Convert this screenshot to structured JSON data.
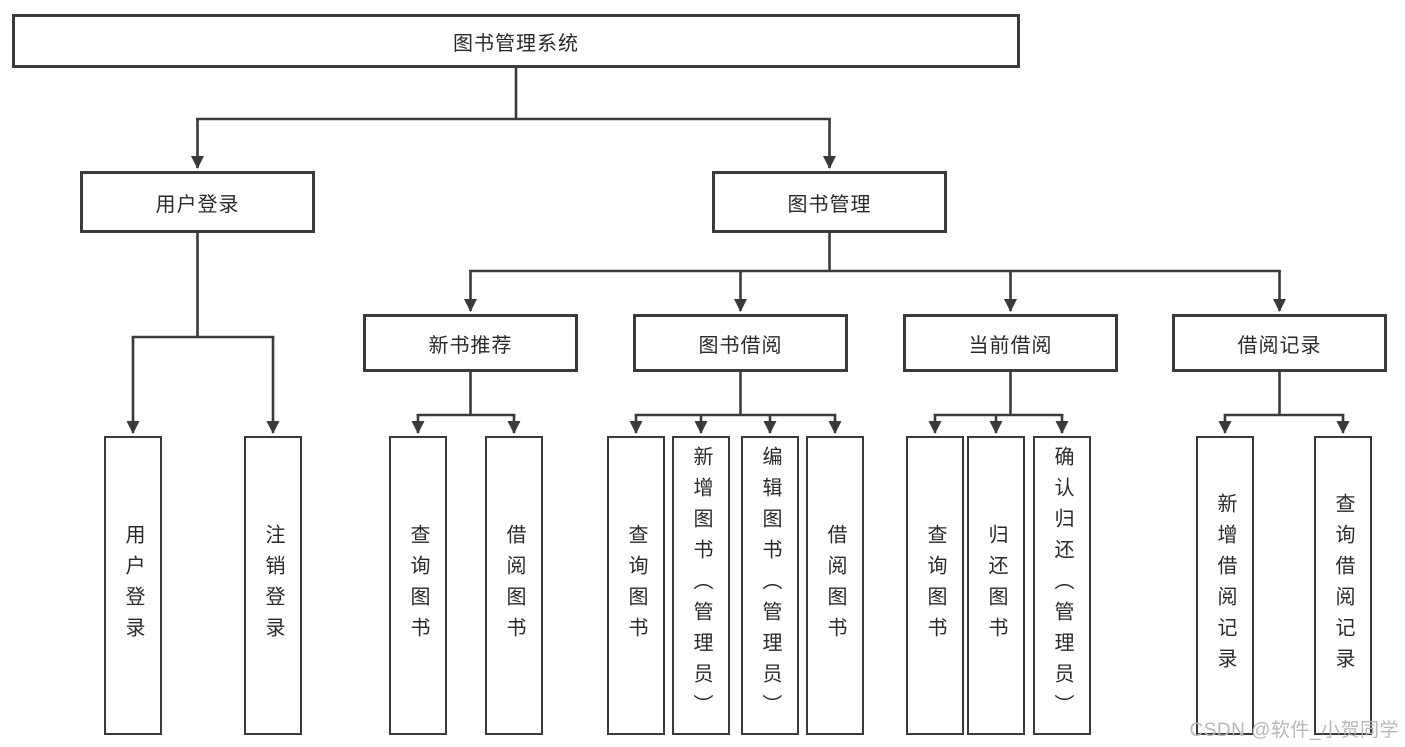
{
  "diagram": {
    "root": {
      "label": "图书管理系统"
    },
    "level2": {
      "user_login": {
        "label": "用户登录"
      },
      "book_management": {
        "label": "图书管理"
      }
    },
    "level3": {
      "new_book": {
        "label": "新书推荐"
      },
      "book_borrow": {
        "label": "图书借阅"
      },
      "current_borrow": {
        "label": "当前借阅"
      },
      "borrow_records": {
        "label": "借阅记录"
      }
    },
    "leaves": {
      "user_login": [
        "用户登录",
        "注销登录"
      ],
      "new_book": [
        "查询图书",
        "借阅图书"
      ],
      "book_borrow": [
        "查询图书",
        "新增图书（管理员）",
        "编辑图书（管理员）",
        "借阅图书"
      ],
      "current_borrow": [
        "查询图书",
        "归还图书",
        "确认归还（管理员）"
      ],
      "borrow_records": [
        "新增借阅记录",
        "查询借阅记录"
      ]
    }
  },
  "watermark": {
    "text": "CSDN @软件_小贺同学"
  },
  "colors": {
    "line": "#3a3a3a",
    "border": "#3a3a3a",
    "text": "#2a2a2a",
    "watermark": "#b4b8be",
    "background": "#ffffff"
  }
}
